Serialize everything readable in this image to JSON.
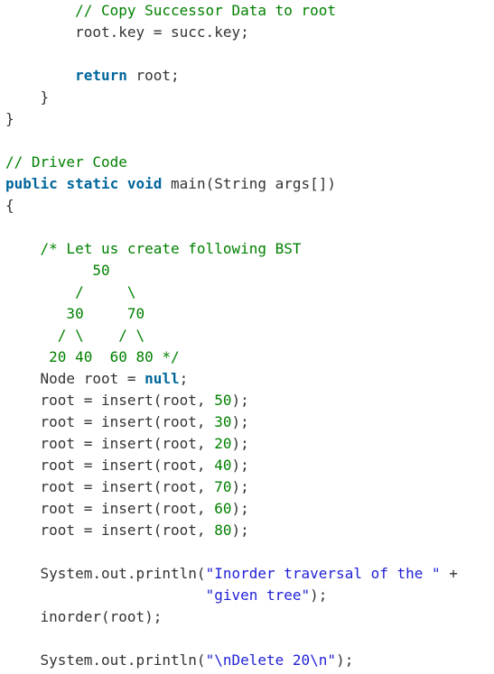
{
  "theme": {
    "background": "#ffffff",
    "plain": "#333333",
    "comment": "#008000",
    "keyword": "#00669b",
    "string": "#1f1fd6",
    "number": "#008000"
  },
  "lines": [
    [
      {
        "t": "comment",
        "v": "        // Copy Successor Data to root"
      }
    ],
    [
      {
        "t": "plain",
        "v": "        root.key = succ.key;"
      }
    ],
    [],
    [
      {
        "t": "plain",
        "v": "        "
      },
      {
        "t": "keyword",
        "v": "return"
      },
      {
        "t": "plain",
        "v": " root;"
      }
    ],
    [
      {
        "t": "plain",
        "v": "    }"
      }
    ],
    [
      {
        "t": "plain",
        "v": "}"
      }
    ],
    [],
    [
      {
        "t": "comment",
        "v": "// Driver Code"
      }
    ],
    [
      {
        "t": "keyword",
        "v": "public"
      },
      {
        "t": "plain",
        "v": " "
      },
      {
        "t": "keyword",
        "v": "static"
      },
      {
        "t": "plain",
        "v": " "
      },
      {
        "t": "keyword",
        "v": "void"
      },
      {
        "t": "plain",
        "v": " main(String args[])"
      }
    ],
    [
      {
        "t": "plain",
        "v": "{"
      }
    ],
    [],
    [
      {
        "t": "comment",
        "v": "    /* Let us create following BST"
      }
    ],
    [
      {
        "t": "comment",
        "v": "          50"
      }
    ],
    [
      {
        "t": "comment",
        "v": "        /     \\"
      }
    ],
    [
      {
        "t": "comment",
        "v": "       30     70"
      }
    ],
    [
      {
        "t": "comment",
        "v": "      / \\    / \\"
      }
    ],
    [
      {
        "t": "comment",
        "v": "     20 40  60 80 */"
      }
    ],
    [
      {
        "t": "plain",
        "v": "    Node root = "
      },
      {
        "t": "keyword",
        "v": "null"
      },
      {
        "t": "plain",
        "v": ";"
      }
    ],
    [
      {
        "t": "plain",
        "v": "    root = insert(root, "
      },
      {
        "t": "number",
        "v": "50"
      },
      {
        "t": "plain",
        "v": ");"
      }
    ],
    [
      {
        "t": "plain",
        "v": "    root = insert(root, "
      },
      {
        "t": "number",
        "v": "30"
      },
      {
        "t": "plain",
        "v": ");"
      }
    ],
    [
      {
        "t": "plain",
        "v": "    root = insert(root, "
      },
      {
        "t": "number",
        "v": "20"
      },
      {
        "t": "plain",
        "v": ");"
      }
    ],
    [
      {
        "t": "plain",
        "v": "    root = insert(root, "
      },
      {
        "t": "number",
        "v": "40"
      },
      {
        "t": "plain",
        "v": ");"
      }
    ],
    [
      {
        "t": "plain",
        "v": "    root = insert(root, "
      },
      {
        "t": "number",
        "v": "70"
      },
      {
        "t": "plain",
        "v": ");"
      }
    ],
    [
      {
        "t": "plain",
        "v": "    root = insert(root, "
      },
      {
        "t": "number",
        "v": "60"
      },
      {
        "t": "plain",
        "v": ");"
      }
    ],
    [
      {
        "t": "plain",
        "v": "    root = insert(root, "
      },
      {
        "t": "number",
        "v": "80"
      },
      {
        "t": "plain",
        "v": ");"
      }
    ],
    [],
    [
      {
        "t": "plain",
        "v": "    System.out.println("
      },
      {
        "t": "string",
        "v": "\"Inorder traversal of the \""
      },
      {
        "t": "plain",
        "v": " +"
      }
    ],
    [
      {
        "t": "plain",
        "v": "                       "
      },
      {
        "t": "string",
        "v": "\"given tree\""
      },
      {
        "t": "plain",
        "v": ");"
      }
    ],
    [
      {
        "t": "plain",
        "v": "    inorder(root);"
      }
    ],
    [],
    [
      {
        "t": "plain",
        "v": "    System.out.println("
      },
      {
        "t": "string",
        "v": "\"\\nDelete 20\\n\""
      },
      {
        "t": "plain",
        "v": ");"
      }
    ]
  ]
}
